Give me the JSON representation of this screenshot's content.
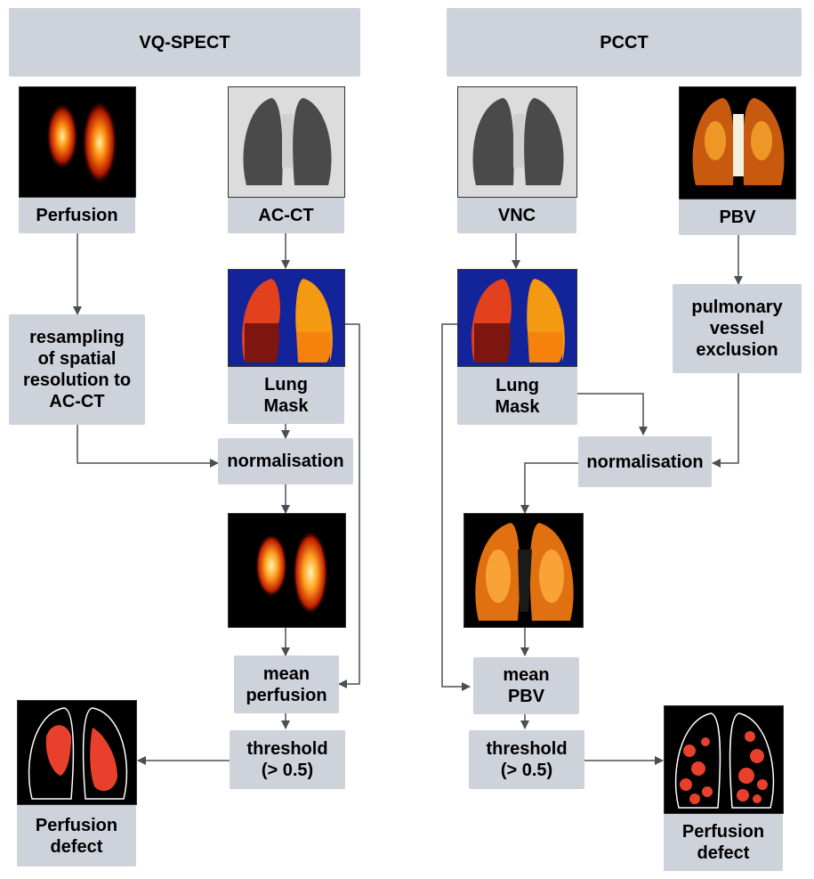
{
  "headers": {
    "left": "VQ-SPECT",
    "right": "PCCT"
  },
  "labels": {
    "perfusion": "Perfusion",
    "ac_ct": "AC-CT",
    "vnc": "VNC",
    "pbv": "PBV",
    "resampling": "resampling\nof spatial\nresolution to\nAC-CT",
    "lung_mask_left": "Lung\nMask",
    "lung_mask_right": "Lung\nMask",
    "vessel_exclusion": "pulmonary\nvessel\nexclusion",
    "norm_left": "normalisation",
    "norm_right": "normalisation",
    "mean_perfusion": "mean\nperfusion",
    "mean_pbv": "mean\nPBV",
    "threshold_left": "threshold\n(> 0.5)",
    "threshold_right": "threshold\n(> 0.5)",
    "defect_left": "Perfusion\ndefect",
    "defect_right": "Perfusion\ndefect"
  },
  "colors": {
    "box_fill": "#cdd2db",
    "arrow": "#4a4e55",
    "mask_background": "#13249b",
    "defect_red": "#e8402c"
  }
}
